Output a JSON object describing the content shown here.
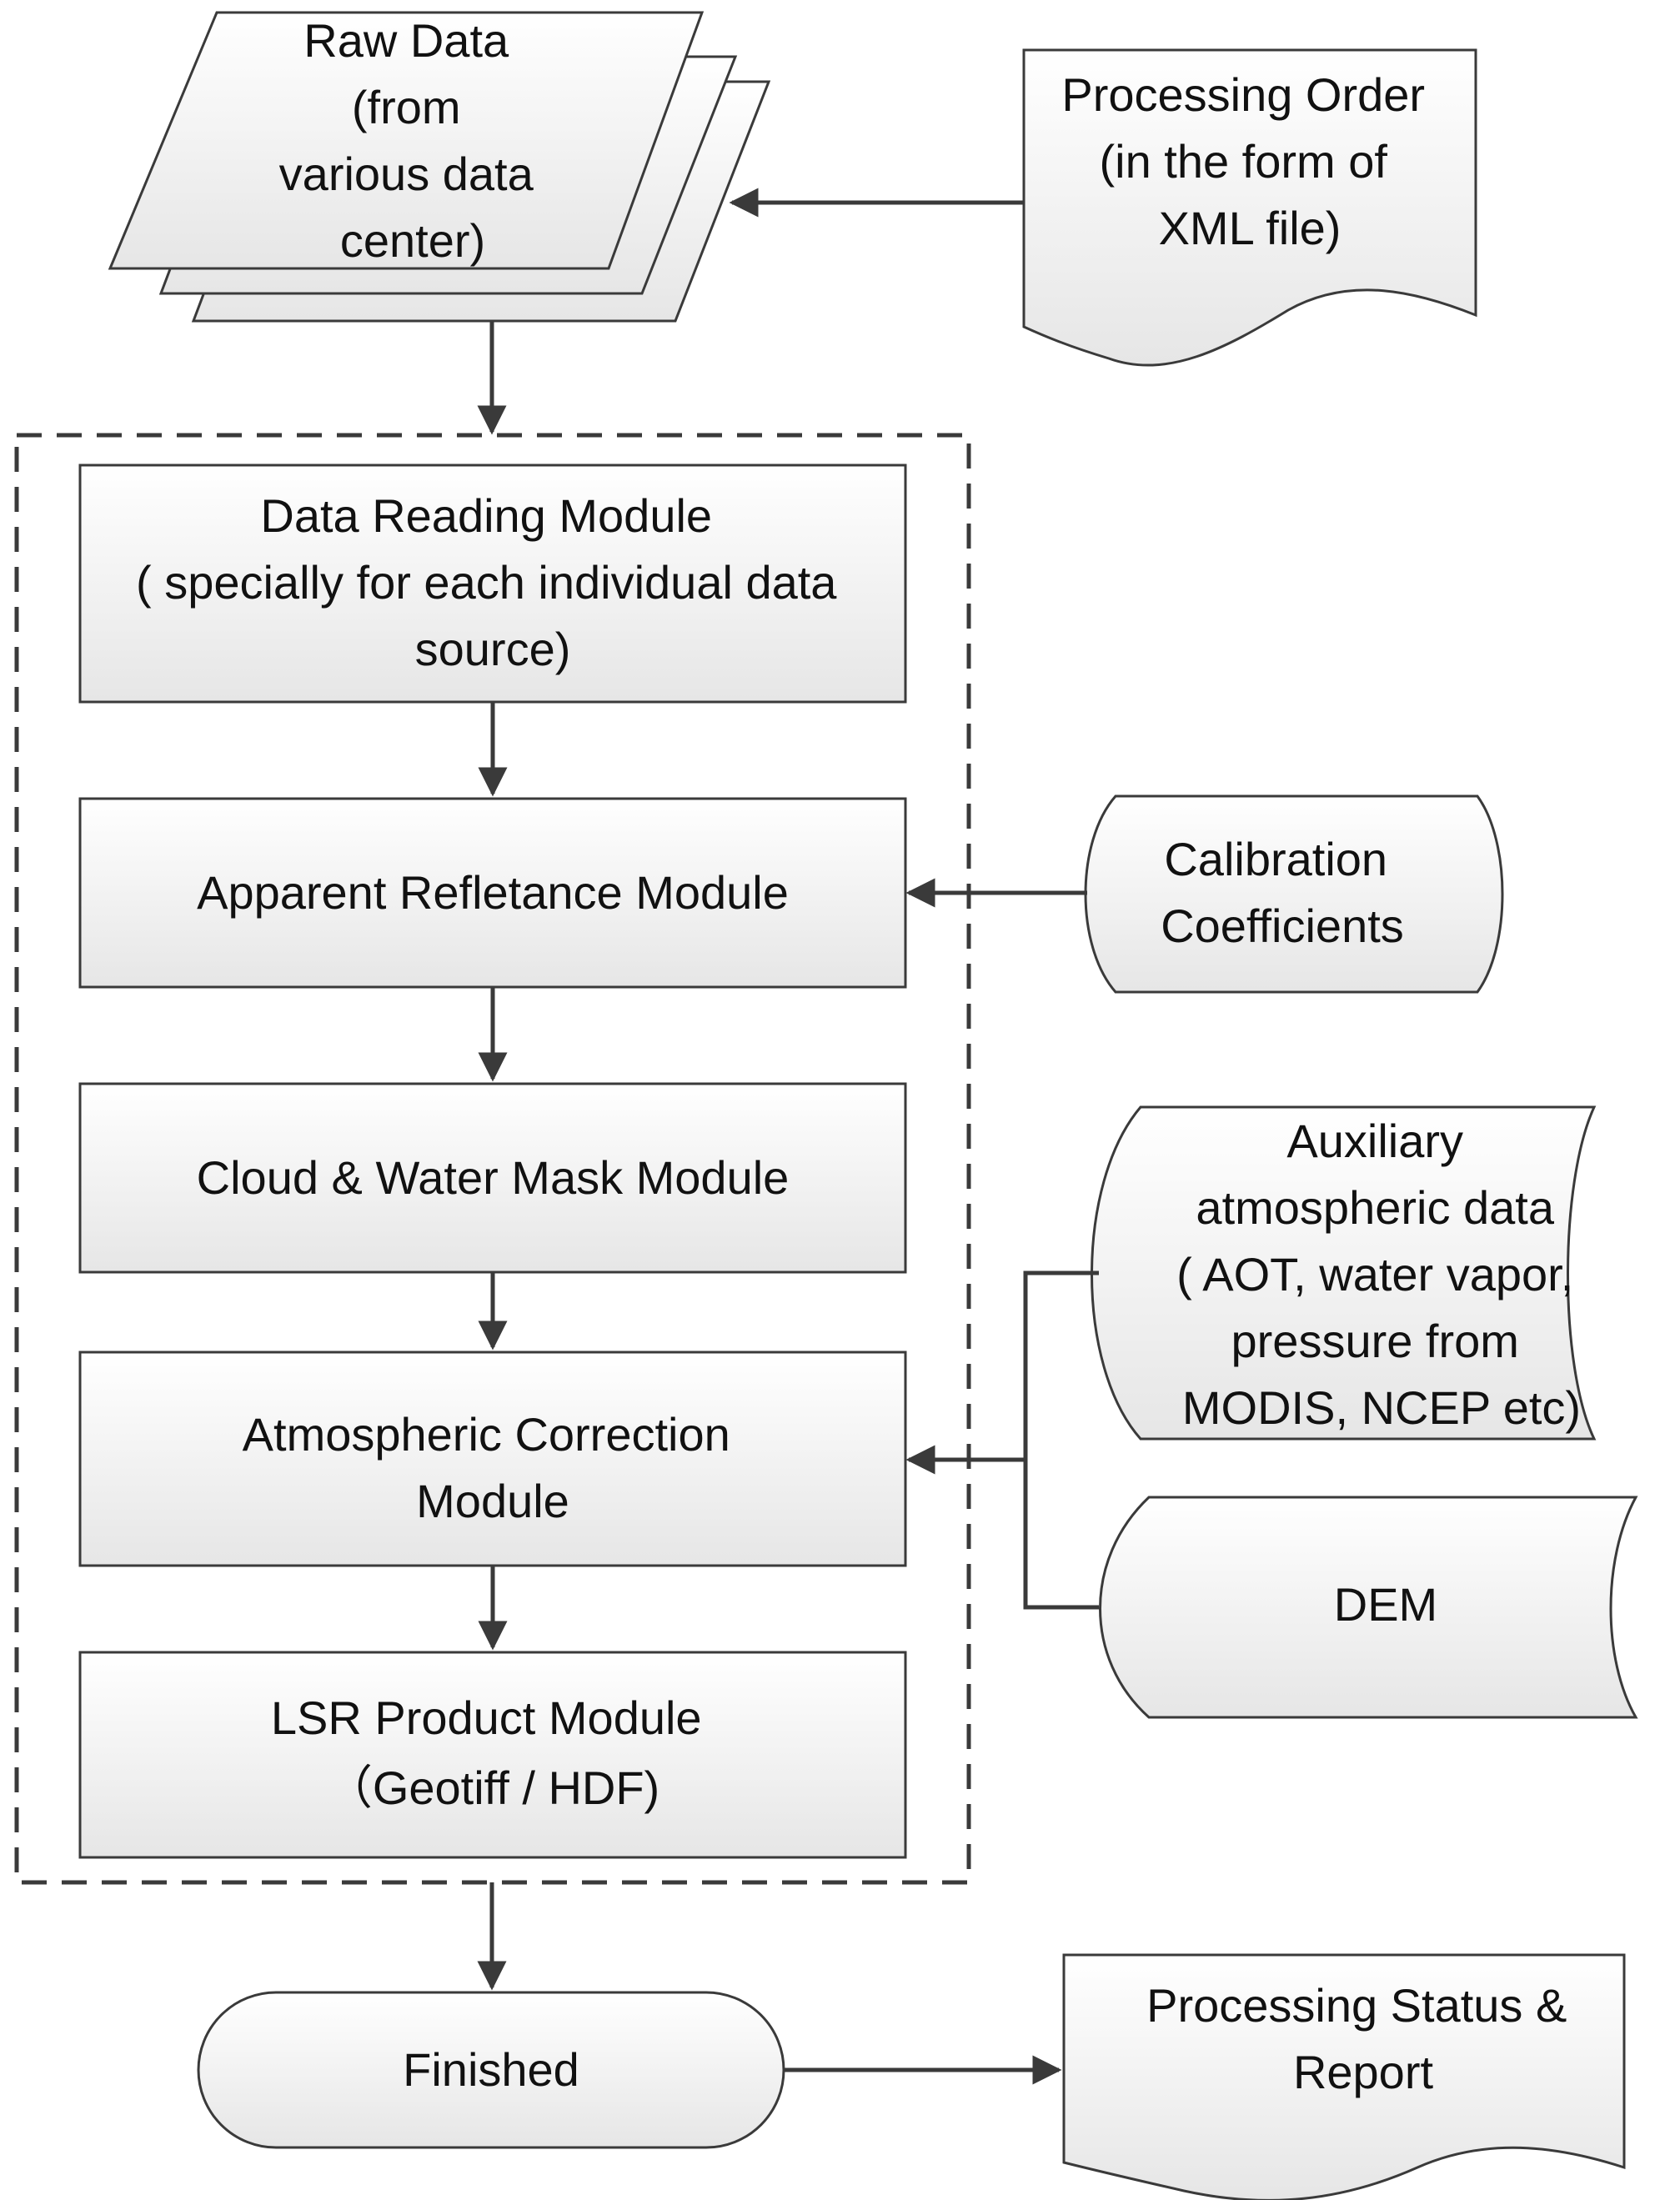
{
  "diagram": {
    "raw_data": [
      "Raw Data",
      "(from",
      "various data",
      "center)"
    ],
    "processing_order": [
      "Processing Order",
      "(in the form of",
      "XML file)"
    ],
    "data_reading": [
      "Data Reading Module",
      "( specially for each individual data",
      "source)"
    ],
    "apparent_reflectance": [
      "Apparent Refletance Module"
    ],
    "calibration": [
      "Calibration",
      "Coefficients"
    ],
    "cloud_water": [
      "Cloud & Water Mask Module"
    ],
    "auxiliary": [
      "Auxiliary",
      "atmospheric data",
      "( AOT, water vapor,",
      "pressure from",
      "MODIS, NCEP etc)"
    ],
    "atmospheric_correction": [
      "Atmospheric Correction",
      "Module"
    ],
    "dem": [
      "DEM"
    ],
    "lsr_product": [
      "LSR Product Module",
      "（Geotiff / HDF)"
    ],
    "finished": [
      "Finished"
    ],
    "status_report": [
      "Processing Status &",
      "Report"
    ]
  },
  "colors": {
    "box_fill_top": "#ffffff",
    "box_fill_bottom": "#e8e8e8",
    "stroke": "#3a3a3a",
    "arrow": "#3a3a3a"
  }
}
